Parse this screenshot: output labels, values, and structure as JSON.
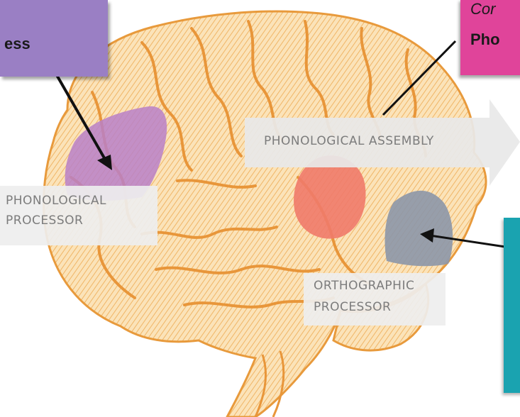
{
  "callouts": {
    "purple": {
      "text": "ess",
      "color": "#9a7fc4"
    },
    "pink": {
      "line1": "Cor",
      "line2": "Pho",
      "color": "#e0449a"
    },
    "teal": {
      "color": "#1aa3b0"
    }
  },
  "labels": {
    "phonological_assembly": "PHONOLOGICAL ASSEMBLY",
    "phonological_processor_line1": "PHONOLOGICAL",
    "phonological_processor_line2": "PROCESSOR",
    "orthographic_processor_line1": "ORTHOGRAPHIC",
    "orthographic_processor_line2": "PROCESSOR"
  },
  "regions": [
    {
      "name": "phonological-processor-region",
      "color": "#b880c8"
    },
    {
      "name": "phonological-assembly-region",
      "color": "#f07a6a"
    },
    {
      "name": "orthographic-processor-region",
      "color": "#8c96a8"
    }
  ],
  "brain_color": "#f2b25c"
}
